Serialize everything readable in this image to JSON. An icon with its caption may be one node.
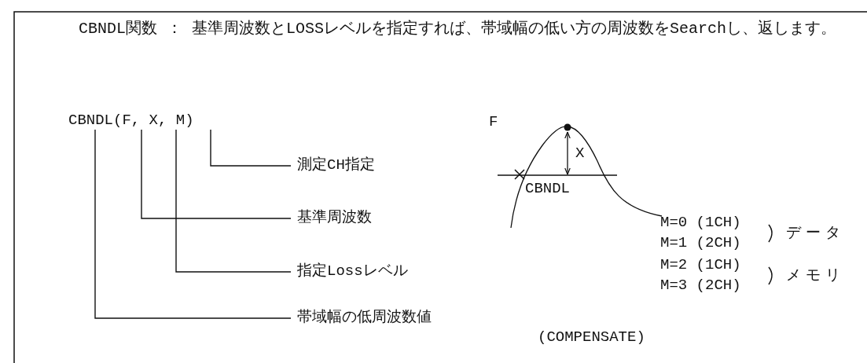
{
  "diagram": {
    "title": "CBNDL関数 ： 基準周波数とLOSSレベルを指定すれば、帯域幅の低い方の周波数をSearchし、返します。",
    "nodes": [
      {
        "text": [
          "CBNDL(F, X, M)"
        ]
      },
      {
        "text": [
          "測定CH指定"
        ]
      },
      {
        "text": [
          "基準周波数"
        ]
      },
      {
        "text": [
          "指定Lossレベル"
        ]
      },
      {
        "text": [
          "帯域幅の低周波数値"
        ]
      }
    ],
    "edges": [
      {
        "from": 1,
        "to": 0,
        "arrow": "none"
      },
      {
        "from": 2,
        "to": 0,
        "arrow": "none"
      },
      {
        "from": 3,
        "to": 0,
        "arrow": "none"
      },
      {
        "from": 4,
        "to": 0,
        "arrow": "none"
      }
    ],
    "labels": [
      "F",
      "X",
      "CBNDL",
      "M=0 (1CH)",
      "M=1 (2CH)",
      "データ",
      "M=2 (1CH)",
      "M=3 (2CH)",
      "メモリ",
      "(COMPENSATE)"
    ]
  }
}
